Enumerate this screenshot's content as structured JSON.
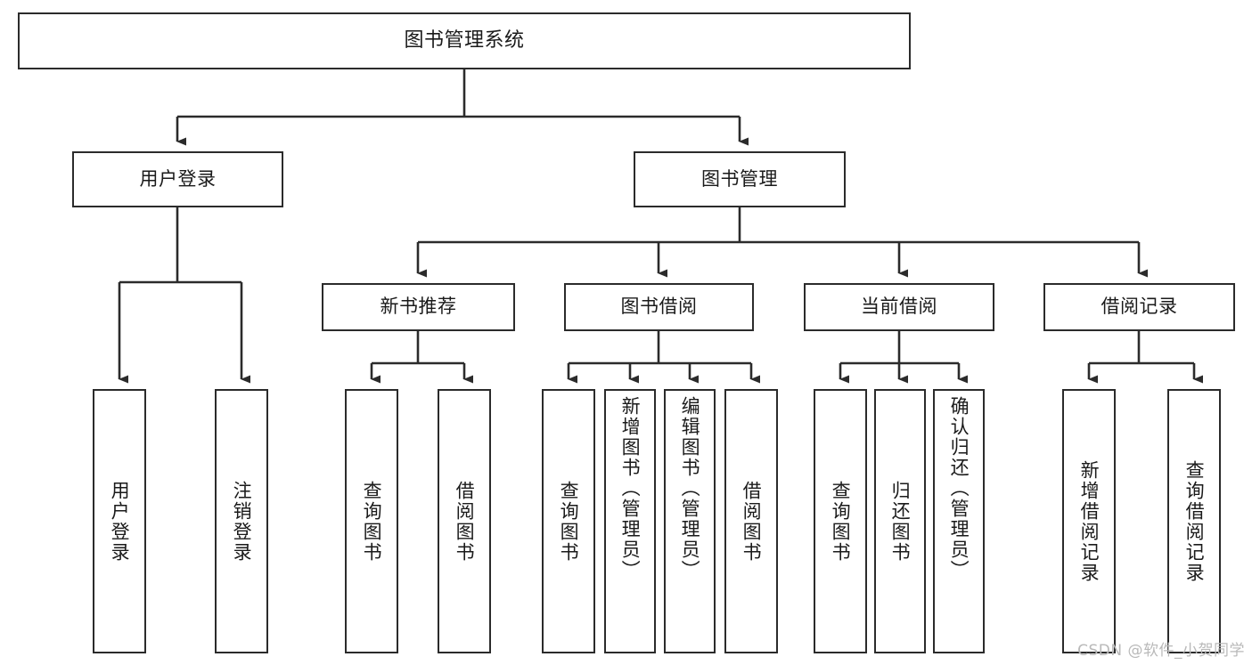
{
  "diagram": {
    "type": "tree",
    "title": "图书管理系统",
    "watermark": "CSDN @软件_小贺同学",
    "colors": {
      "stroke": "#2b2b2b",
      "fill": "#ffffff",
      "text": "#1a1a1a",
      "watermark": "#b9b9b9"
    },
    "nodes": {
      "root": {
        "label": "图书管理系统"
      },
      "l2": [
        {
          "id": "user-login",
          "label": "用户登录"
        },
        {
          "id": "book-manage",
          "label": "图书管理"
        }
      ],
      "l3": [
        {
          "id": "new-book-rec",
          "label": "新书推荐"
        },
        {
          "id": "book-borrow",
          "label": "图书借阅"
        },
        {
          "id": "current-borrow",
          "label": "当前借阅"
        },
        {
          "id": "borrow-record",
          "label": "借阅记录"
        }
      ],
      "leaves": [
        {
          "id": "leaf-user-login",
          "label": "用户登录",
          "parent": "user-login"
        },
        {
          "id": "leaf-logout",
          "label": "注销登录",
          "parent": "user-login"
        },
        {
          "id": "leaf-query-book-1",
          "label": "查询图书",
          "parent": "new-book-rec"
        },
        {
          "id": "leaf-borrow-book-1",
          "label": "借阅图书",
          "parent": "new-book-rec"
        },
        {
          "id": "leaf-query-book-2",
          "label": "查询图书",
          "parent": "book-borrow"
        },
        {
          "id": "leaf-add-book",
          "label": "新增图书（管理员）",
          "parent": "book-borrow"
        },
        {
          "id": "leaf-edit-book",
          "label": "编辑图书（管理员）",
          "parent": "book-borrow"
        },
        {
          "id": "leaf-borrow-book-2",
          "label": "借阅图书",
          "parent": "book-borrow"
        },
        {
          "id": "leaf-query-book-3",
          "label": "查询图书",
          "parent": "current-borrow"
        },
        {
          "id": "leaf-return-book",
          "label": "归还图书",
          "parent": "current-borrow"
        },
        {
          "id": "leaf-confirm-return",
          "label": "确认归还（管理员）",
          "parent": "current-borrow"
        },
        {
          "id": "leaf-add-record",
          "label": "新增借阅记录",
          "parent": "borrow-record"
        },
        {
          "id": "leaf-query-record",
          "label": "查询借阅记录",
          "parent": "borrow-record"
        }
      ]
    }
  }
}
